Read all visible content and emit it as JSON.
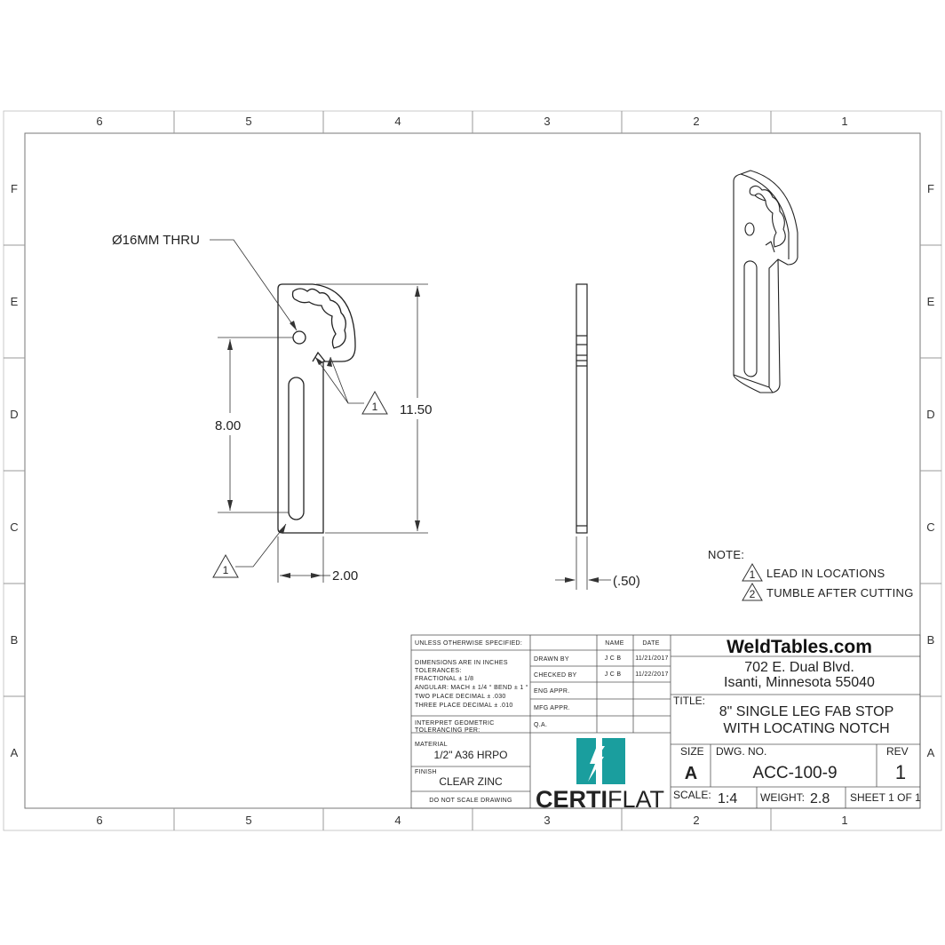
{
  "zones": {
    "columns": [
      "6",
      "5",
      "4",
      "3",
      "2",
      "1"
    ],
    "rows": [
      "F",
      "E",
      "D",
      "C",
      "B",
      "A"
    ]
  },
  "views": {
    "hole_callout": "Ø16MM THRU",
    "dim_height": "11.50",
    "dim_slot": "8.00",
    "dim_width": "2.00",
    "dim_thickness": "(.50)",
    "lead_in_symbol": "1"
  },
  "notes": {
    "heading": "NOTE:",
    "items": [
      {
        "num": "1",
        "text": "LEAD IN LOCATIONS"
      },
      {
        "num": "2",
        "text": "TUMBLE AFTER CUTTING"
      }
    ]
  },
  "title_block": {
    "unless_specified": "UNLESS OTHERWISE SPECIFIED:",
    "dimensions_line1": "DIMENSIONS ARE IN INCHES",
    "tolerances_label": "TOLERANCES:",
    "fractional": "FRACTIONAL ± 1/8",
    "angular": "ANGULAR: MACH ± 1/4 ° BEND ± 1 °",
    "two_place": "TWO PLACE DECIMAL   ± .030",
    "three_place": "THREE PLACE DECIMAL   ± .010",
    "interpret_1": "INTERPRET GEOMETRIC",
    "interpret_2": "TOLERANCING PER:",
    "material_label": "MATERIAL",
    "material": "1/2\" A36 HRPO",
    "finish_label": "FINISH",
    "finish": "CLEAR ZINC",
    "do_not_scale": "DO NOT SCALE DRAWING",
    "name_header": "NAME",
    "date_header": "DATE",
    "drawn_by_label": "DRAWN BY",
    "drawn_by": "J C B",
    "drawn_date": "11/21/2017",
    "checked_by_label": "CHECKED BY",
    "checked_by": "J C B",
    "checked_date": "11/22/2017",
    "eng_appr": "ENG APPR.",
    "mfg_appr": "MFG APPR.",
    "qa": "Q.A.",
    "company": "WeldTables.com",
    "address_1": "702 E. Dual Blvd.",
    "address_2": "Isanti, Minnesota 55040",
    "title_label": "TITLE:",
    "title_1": "8\" SINGLE LEG FAB STOP",
    "title_2": "WITH LOCATING NOTCH",
    "size_label": "SIZE",
    "size": "A",
    "dwg_no_label": "DWG.  NO.",
    "dwg_no": "ACC-100-9",
    "rev_label": "REV",
    "rev": "1",
    "scale_label": "SCALE:",
    "scale": "1:4",
    "weight_label": "WEIGHT:",
    "weight": "2.8",
    "sheet": "SHEET 1 OF 1",
    "logo_certi": "CERTI",
    "logo_flat": "FLAT",
    "logo_color": "#1a9e9e"
  }
}
